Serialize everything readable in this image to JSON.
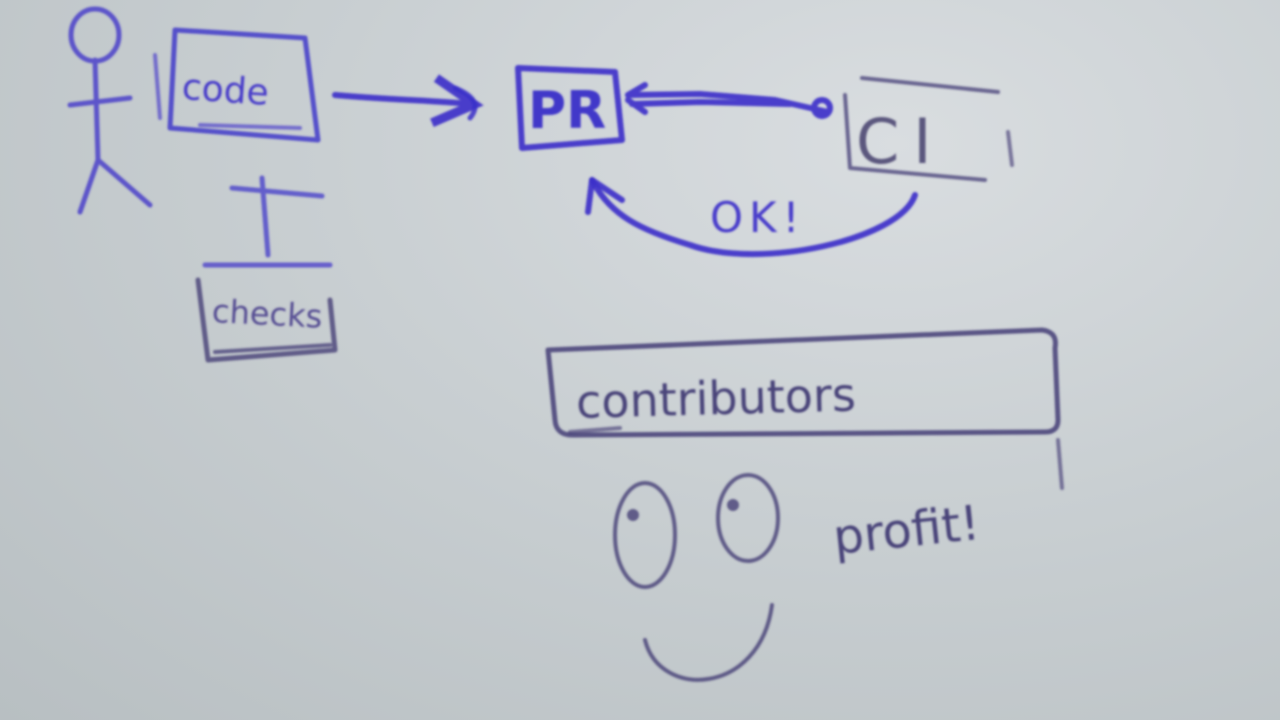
{
  "diagram": {
    "nodes": {
      "code": {
        "label": "code"
      },
      "checks": {
        "label": "checks"
      },
      "pr": {
        "label": "PR"
      },
      "ci": {
        "label": "CI"
      },
      "contributors": {
        "label": "contributors"
      }
    },
    "edges": {
      "ci_to_pr": {
        "label": "OK!"
      }
    },
    "annotations": {
      "profit": {
        "label": "profit!"
      }
    }
  },
  "colors": {
    "marker_blue": "#3a2fc9",
    "marker_dark": "#3c3470",
    "whiteboard": "#cdd2d5"
  }
}
